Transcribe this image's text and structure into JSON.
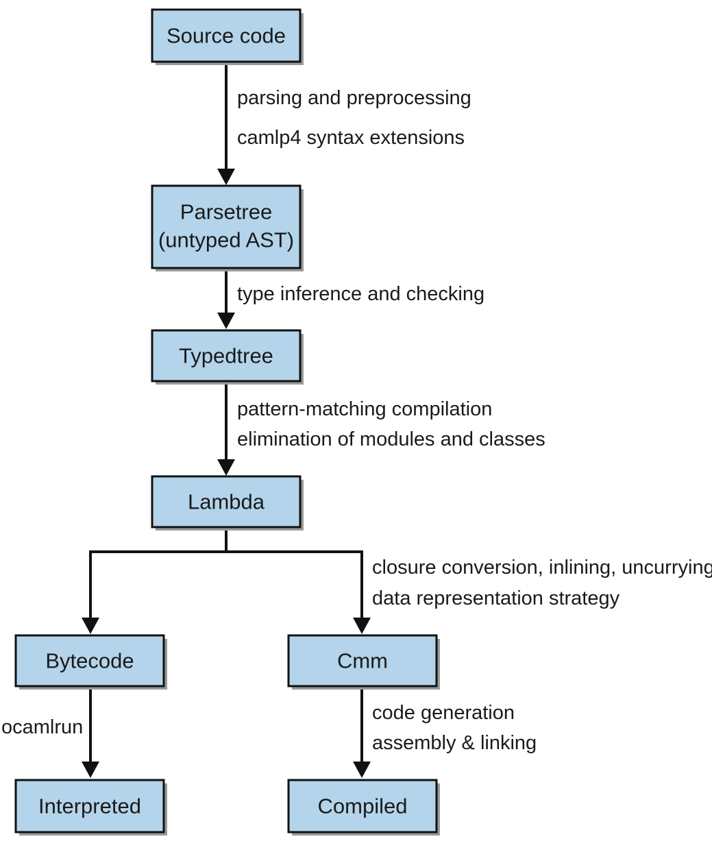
{
  "nodes": {
    "source": {
      "lines": [
        "Source code"
      ]
    },
    "parsetree": {
      "lines": [
        "Parsetree",
        "(untyped AST)"
      ]
    },
    "typedtree": {
      "lines": [
        "Typedtree"
      ]
    },
    "lambda": {
      "lines": [
        "Lambda"
      ]
    },
    "bytecode": {
      "lines": [
        "Bytecode"
      ]
    },
    "cmm": {
      "lines": [
        "Cmm"
      ]
    },
    "interpreted": {
      "lines": [
        "Interpreted"
      ]
    },
    "compiled": {
      "lines": [
        "Compiled"
      ]
    }
  },
  "edges": {
    "source_to_parsetree": [
      "parsing and preprocessing",
      "camlp4 syntax extensions"
    ],
    "parsetree_to_typedtree": [
      "type inference and checking"
    ],
    "typedtree_to_lambda": [
      "pattern-matching compilation",
      "elimination of modules and classes"
    ],
    "lambda_to_cmm": [
      "closure conversion, inlining, uncurrying,",
      "data representation strategy"
    ],
    "bytecode_to_interpreted": [
      "ocamlrun"
    ],
    "cmm_to_compiled": [
      "code generation",
      "assembly & linking"
    ]
  },
  "colors": {
    "node_fill": "#b3d4ea",
    "node_stroke": "#111111",
    "shadow": "#9a9a9a",
    "line": "#111111"
  }
}
